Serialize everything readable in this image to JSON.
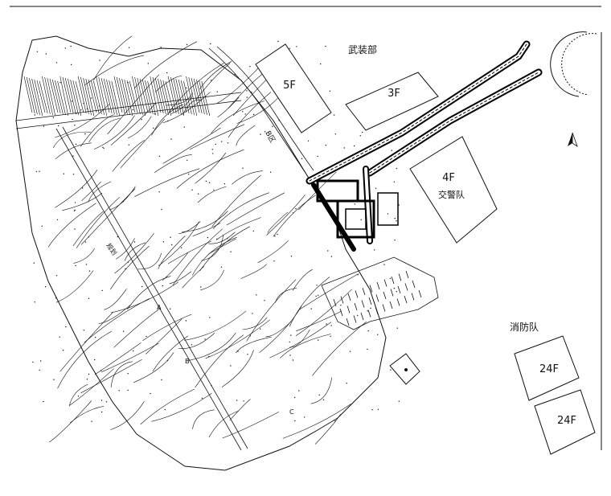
{
  "buildings": [
    {
      "id": "b5f",
      "label": "5F"
    },
    {
      "id": "b3f",
      "label": "3F"
    },
    {
      "id": "b4f",
      "label": "4F"
    },
    {
      "id": "b24a",
      "label": "24F"
    },
    {
      "id": "b24b",
      "label": "24F"
    }
  ],
  "labels": {
    "armed_police": "武装部",
    "traffic_police": "交警队",
    "fire_brigade": "消防队",
    "slope_b": "B区",
    "road_left": "规划",
    "small_a": "A",
    "small_b": "B",
    "small_c": "C"
  },
  "north_arrow": {
    "icon": "north-arrow-icon"
  },
  "colors": {
    "ink": "#111111",
    "paper": "#ffffff",
    "road": "#000000"
  }
}
